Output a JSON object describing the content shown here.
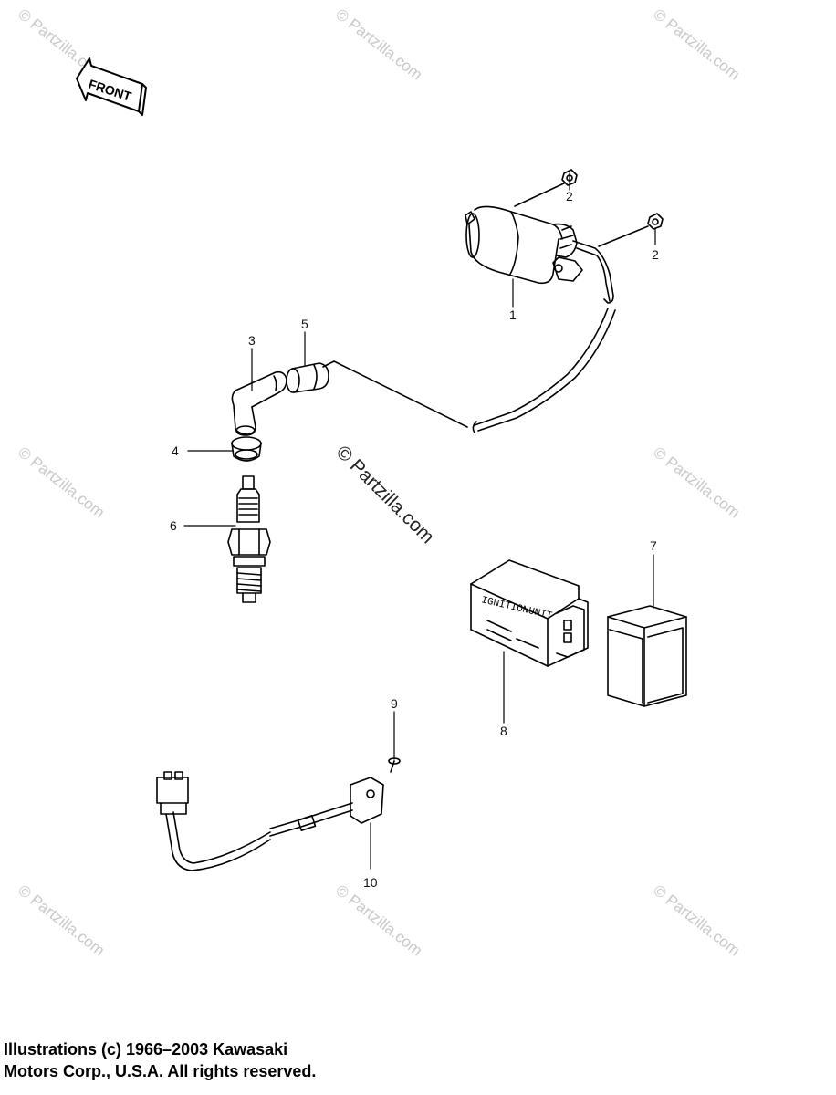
{
  "watermark": {
    "text": "© Partzilla.com",
    "center_text": "© Partzilla.com"
  },
  "front_arrow": {
    "label": "FRONT"
  },
  "ignition_unit": {
    "label": "IGNITIONUNIT"
  },
  "callouts": [
    {
      "id": "c1",
      "label": "1"
    },
    {
      "id": "c2a",
      "label": "2"
    },
    {
      "id": "c2b",
      "label": "2"
    },
    {
      "id": "c3",
      "label": "3"
    },
    {
      "id": "c4",
      "label": "4"
    },
    {
      "id": "c5",
      "label": "5"
    },
    {
      "id": "c6",
      "label": "6"
    },
    {
      "id": "c7",
      "label": "7"
    },
    {
      "id": "c8",
      "label": "8"
    },
    {
      "id": "c9",
      "label": "9"
    },
    {
      "id": "c10",
      "label": "10"
    }
  ],
  "copyright": {
    "line1": "Illustrations (c) 1966–2003 Kawasaki",
    "line2": "Motors Corp., U.S.A.  All rights reserved."
  }
}
